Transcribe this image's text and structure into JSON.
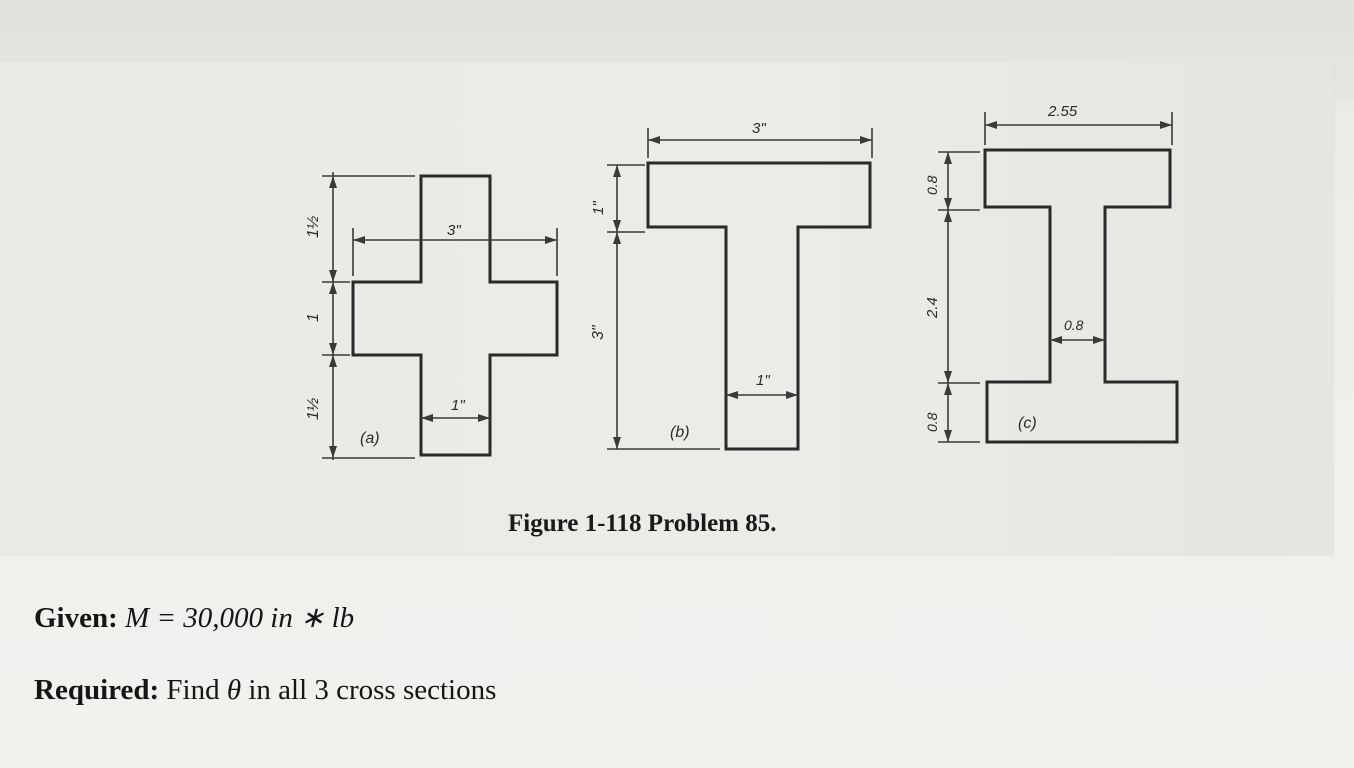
{
  "figure": {
    "caption": "Figure 1-118 Problem 85.",
    "a": {
      "label": "(a)",
      "dims": {
        "top": "1½",
        "mid": "1",
        "bottom": "1½",
        "width": "3\"",
        "stem": "1\""
      }
    },
    "b": {
      "label": "(b)",
      "dims": {
        "width": "3\"",
        "flange": "1\"",
        "height": "3\"",
        "stem": "1\""
      }
    },
    "c": {
      "label": "(c)",
      "dims": {
        "width": "2.55",
        "top": "0.8",
        "web_height": "2.4",
        "bottom": "0.8",
        "web": "0.8"
      }
    }
  },
  "given": {
    "label": "Given:",
    "expression": "M = 30,000",
    "units": "in ∗ lb"
  },
  "required": {
    "label": "Required:",
    "text_before": "Find",
    "symbol": "θ",
    "text_after": "in all 3 cross sections"
  }
}
